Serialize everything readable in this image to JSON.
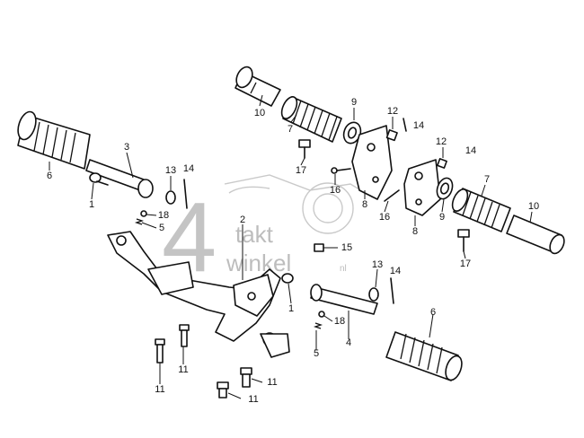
{
  "watermark": {
    "digit": "4",
    "line1": "takt",
    "line2": "winkel",
    "suffix": "nl"
  },
  "callouts": [
    {
      "id": "c10a",
      "text": "10"
    },
    {
      "id": "c7a",
      "text": "7"
    },
    {
      "id": "c9a",
      "text": "9"
    },
    {
      "id": "c12a",
      "text": "12"
    },
    {
      "id": "c14a",
      "text": "14"
    },
    {
      "id": "c12b",
      "text": "12"
    },
    {
      "id": "c14b",
      "text": "14"
    },
    {
      "id": "c17a",
      "text": "17"
    },
    {
      "id": "c16a",
      "text": "16"
    },
    {
      "id": "c8a",
      "text": "8"
    },
    {
      "id": "c16b",
      "text": "16"
    },
    {
      "id": "c8b",
      "text": "8"
    },
    {
      "id": "c9b",
      "text": "9"
    },
    {
      "id": "c7b",
      "text": "7"
    },
    {
      "id": "c10b",
      "text": "10"
    },
    {
      "id": "c17b",
      "text": "17"
    },
    {
      "id": "c6a",
      "text": "6"
    },
    {
      "id": "c3",
      "text": "3"
    },
    {
      "id": "c13a",
      "text": "13"
    },
    {
      "id": "c14c",
      "text": "14"
    },
    {
      "id": "c1a",
      "text": "1"
    },
    {
      "id": "c18a",
      "text": "18"
    },
    {
      "id": "c5a",
      "text": "5"
    },
    {
      "id": "c2",
      "text": "2"
    },
    {
      "id": "c15",
      "text": "15"
    },
    {
      "id": "c1b",
      "text": "1"
    },
    {
      "id": "c13b",
      "text": "13"
    },
    {
      "id": "c14d",
      "text": "14"
    },
    {
      "id": "c18b",
      "text": "18"
    },
    {
      "id": "c5b",
      "text": "5"
    },
    {
      "id": "c4",
      "text": "4"
    },
    {
      "id": "c6b",
      "text": "6"
    },
    {
      "id": "c11a",
      "text": "11"
    },
    {
      "id": "c11b",
      "text": "11"
    },
    {
      "id": "c11c",
      "text": "11"
    },
    {
      "id": "c11d",
      "text": "11"
    }
  ]
}
